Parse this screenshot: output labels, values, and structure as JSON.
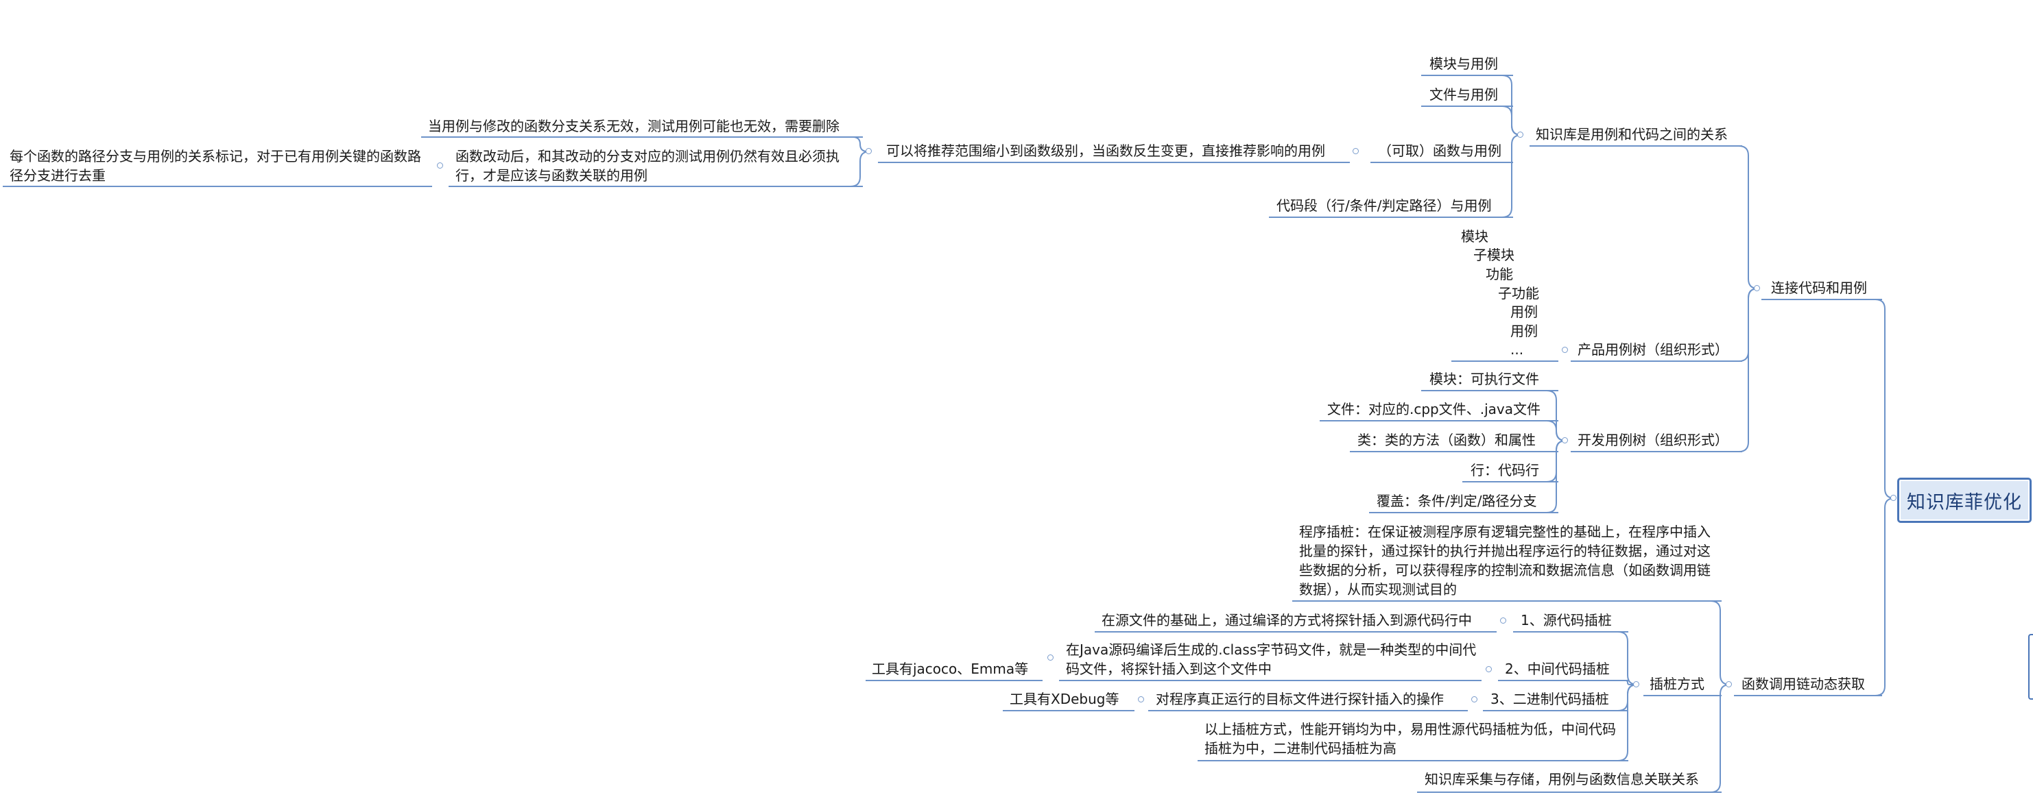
{
  "root": {
    "label": "知识库菲优化"
  },
  "branch_connect": {
    "label": "连接代码和用例",
    "kb_relation": {
      "label": "知识库是用例和代码之间的关系",
      "items": {
        "module_case": "模块与用例",
        "file_case": "文件与用例",
        "func_case": "（可取）函数与用例",
        "code_seg_case": "代码段（行/条件/判定路径）与用例"
      },
      "recommend": "可以将推荐范围缩小到函数级别，当函数反生变更，直接推荐影响的用例",
      "invalid": "当用例与修改的函数分支关系无效，测试用例可能也无效，需要删除",
      "changed": "函数改动后，和其改动的分支对应的测试用例仍然有效且必须执行，才是应该与函数关联的用例",
      "dedup": "每个函数的路径分支与用例的关系标记，对于已有用例关键的函数路径分支进行去重"
    },
    "product_tree": {
      "label": "产品用例树（组织形式）",
      "lines": [
        "模块",
        "子模块",
        "功能",
        "子功能",
        "用例",
        "用例",
        "..."
      ]
    },
    "dev_tree": {
      "label": "开发用例树（组织形式）",
      "items": [
        "模块：可执行文件",
        "文件：对应的.cpp文件、.java文件",
        "类：类的方法（函数）和属性",
        "行：代码行",
        "覆盖：条件/判定/路径分支"
      ]
    }
  },
  "branch_callchain": {
    "label": "函数调用链动态获取",
    "instrument_def": "程序插桩：在保证被测程序原有逻辑完整性的基础上，在程序中插入批量的探针，通过探针的执行并抛出程序运行的特征数据，通过对这些数据的分析，可以获得程序的控制流和数据流信息（如函数调用链数据），从而实现测试目的",
    "instrument": {
      "label": "插桩方式",
      "source": {
        "label": "1、源代码插桩",
        "desc": "在源文件的基础上，通过编译的方式将探针插入到源代码行中"
      },
      "middle": {
        "label": "2、中间代码插桩",
        "desc": "在Java源码编译后生成的.class字节码文件，就是一种类型的中间代码文件，将探针插入到这个文件中",
        "tools": "工具有jacoco、Emma等"
      },
      "binary": {
        "label": "3、二进制代码插桩",
        "desc": "对程序真正运行的目标文件进行探针插入的操作",
        "tools": "工具有XDebug等"
      },
      "summary": "以上插桩方式，性能开销均为中，易用性源代码插桩为低，中间代码插桩为中，二进制代码插桩为高"
    },
    "kb_store": "知识库采集与存储，用例与函数信息关联关系"
  },
  "colors": {
    "edge": "#6d93c9",
    "root_border": "#4a76b8",
    "root_fill": "#dde8f6"
  }
}
